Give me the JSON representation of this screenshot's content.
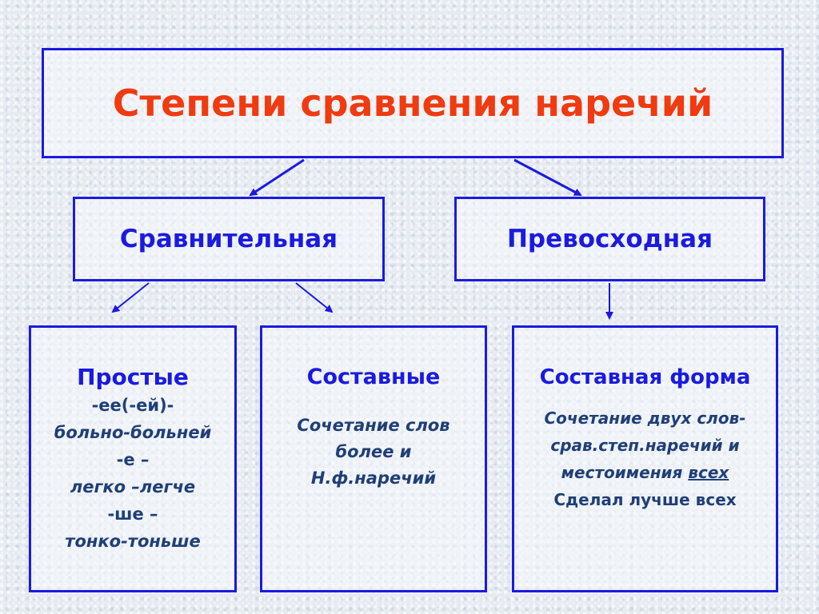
{
  "title": "Степени сравнения наречий",
  "degrees": {
    "comparative": "Сравнительная",
    "superlative": "Превосходная"
  },
  "simple": {
    "heading": "Простые",
    "lines": [
      "-ее(-ей)-",
      "больно-больней",
      "-е –",
      "легко –легче",
      "-ше –",
      "тонко-тоньше"
    ]
  },
  "compound": {
    "heading": "Составные",
    "lines": [
      "Сочетание слов",
      "более и",
      "Н.ф.наречий"
    ]
  },
  "compound_form": {
    "heading": "Составная форма",
    "line1": "Сочетание двух слов-",
    "line2": "срав.степ.наречий и",
    "line3_prefix": "местоимения ",
    "line3_underlined": "всех",
    "example": "Сделал лучше всех"
  },
  "colors": {
    "title": "#f03a10",
    "border": "#1a1ae0",
    "heading": "#1a1ae0",
    "body_text": "#1f3f76"
  }
}
